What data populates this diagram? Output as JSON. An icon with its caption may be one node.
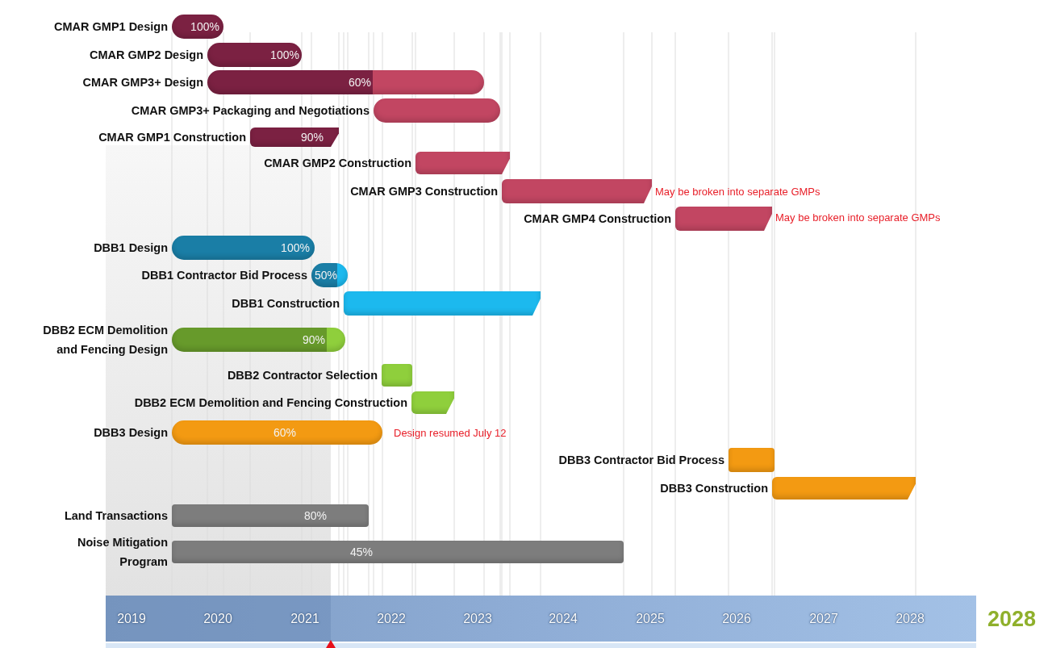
{
  "diagram": {
    "nodes": [
      {
        "text": [
          "100%"
        ],
        "beside": [
          "CMAR GMP1 Design"
        ]
      },
      {
        "text": [
          "100%"
        ],
        "beside": [
          "CMAR GMP2 Design"
        ]
      },
      {
        "text": [
          "60%"
        ],
        "beside": [
          "CMAR GMP3+ Design"
        ]
      },
      {
        "text": [],
        "shape": "bar",
        "beside": [
          "CMAR GMP3+ Packaging and Negotiations"
        ]
      },
      {
        "text": [
          "90%"
        ],
        "beside": [
          "CMAR GMP1 Construction"
        ]
      },
      {
        "text": [],
        "shape": "bar",
        "beside": [
          "CMAR GMP2 Construction"
        ]
      },
      {
        "text": [],
        "shape": "bar",
        "beside": [
          "CMAR GMP3 Construction",
          "May be broken into separate GMPs"
        ]
      },
      {
        "text": [],
        "shape": "bar",
        "beside": [
          "CMAR GMP4 Construction",
          "May be broken into separate GMPs"
        ]
      },
      {
        "text": [
          "100%"
        ],
        "beside": [
          "DBB1 Design"
        ]
      },
      {
        "text": [
          "50%"
        ],
        "beside": [
          "DBB1 Contractor Bid Process"
        ]
      },
      {
        "text": [],
        "shape": "bar",
        "beside": [
          "DBB1 Construction"
        ]
      },
      {
        "text": [
          "90%"
        ],
        "beside": [
          "DBB2 ECM Demolition and Fencing Design"
        ]
      },
      {
        "text": [],
        "shape": "bar",
        "beside": [
          "DBB2 Contractor Selection"
        ]
      },
      {
        "text": [],
        "shape": "bar",
        "beside": [
          "DBB2 ECM Demolition and Fencing Construction"
        ]
      },
      {
        "text": [
          "60%"
        ],
        "beside": [
          "DBB3 Design",
          "Design resumed July 12"
        ]
      },
      {
        "text": [],
        "shape": "bar",
        "beside": [
          "DBB3 Contractor Bid Process"
        ]
      },
      {
        "text": [],
        "shape": "bar",
        "beside": [
          "DBB3 Construction"
        ]
      },
      {
        "text": [
          "80%"
        ],
        "beside": [
          "Land Transactions"
        ]
      },
      {
        "text": [
          "45%"
        ],
        "beside": [
          "Noise Mitigation Program"
        ]
      }
    ],
    "edges": [],
    "labels": [
      "2019",
      "2020",
      "2021",
      "2022",
      "2023",
      "2024",
      "2025",
      "2026",
      "2027",
      "2028",
      "2028"
    ]
  }
}
